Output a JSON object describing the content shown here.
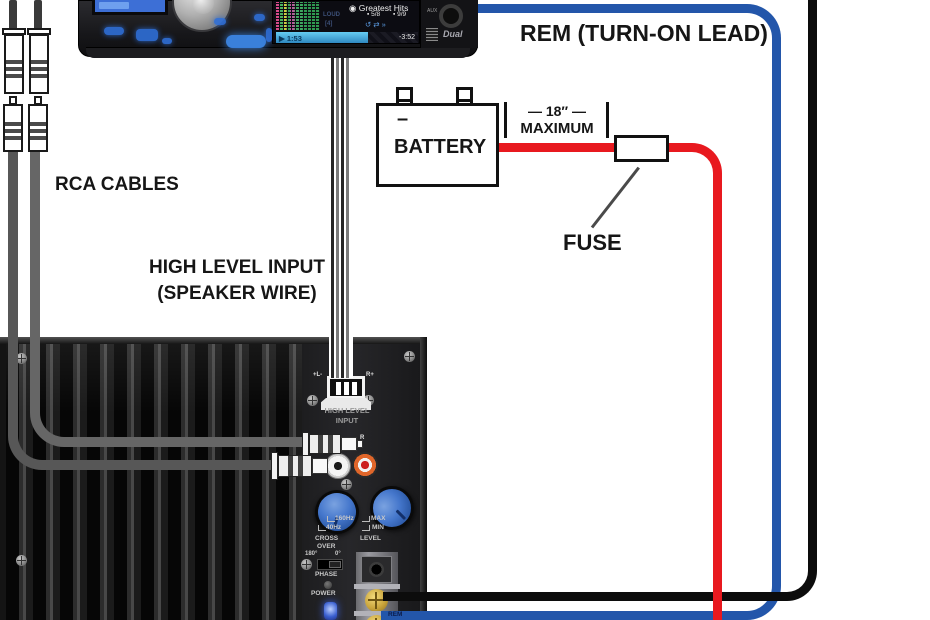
{
  "labels": {
    "rca_cables": "RCA CABLES",
    "high_level_line1": "HIGH LEVEL INPUT",
    "high_level_line2": "(SPEAKER WIRE)",
    "rem_lead": "REM (TURN-ON LEAD)",
    "battery": "BATTERY",
    "distance_line1": "— 18″ —",
    "distance_line2": "MAXIMUM",
    "fuse": "FUSE"
  },
  "battery": {
    "minus": "–",
    "plus": "+"
  },
  "head_unit": {
    "title": "Greatest Hits",
    "loud": "LOUD",
    "preset": "[4]",
    "folder_index": "5/8",
    "track_index": "9/9",
    "elapsed": "1:53",
    "remaining": "-3:52",
    "aux": "AUX",
    "brand": "Dual",
    "icons": {
      "bullet": "◉",
      "play": "▶",
      "repeat": "↺",
      "shuffle": "⇄",
      "more": "»",
      "folder": "▪",
      "note": "▪"
    }
  },
  "amplifier": {
    "conn_left": "+L-",
    "conn_right": "R+",
    "hl_line1": "HIGH LEVEL",
    "hl_line2": "INPUT",
    "rca_right": "R",
    "crossover": {
      "hi": "160Hz",
      "lo": "40Hz",
      "line1": "CROSS",
      "line2": "OVER"
    },
    "level": {
      "hi": "MAX",
      "lo": "MIN",
      "label": "LEVEL"
    },
    "phase": {
      "left": "180°",
      "right": "0°",
      "label": "PHASE"
    },
    "power": "POWER",
    "rem": "REM"
  },
  "colors": {
    "wire_red": "#e8191f",
    "wire_blue": "#2356aa",
    "wire_black": "#0c0c0c",
    "cable_gray": "#646464",
    "knob_blue": "#4577cc"
  }
}
